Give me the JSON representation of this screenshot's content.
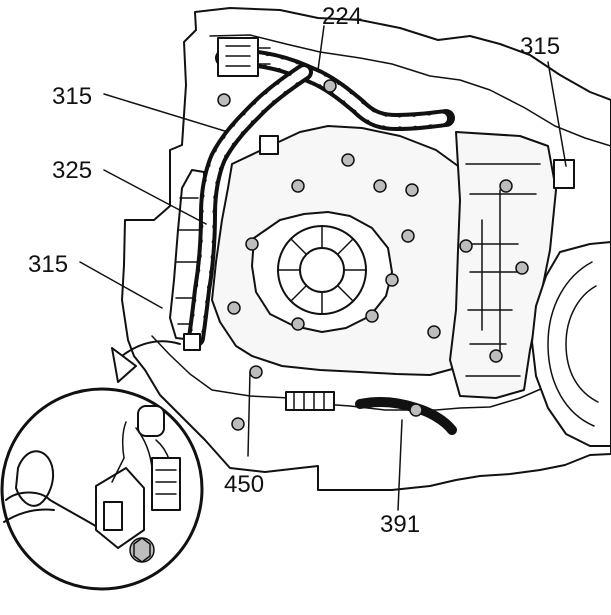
{
  "callouts": {
    "label_224_top": "224",
    "label_315_left_upper": "315",
    "label_325": "325",
    "label_315_left_lower": "315",
    "label_315_right": "315",
    "label_450": "450",
    "label_391": "391"
  },
  "colors": {
    "ink": "#111111",
    "background": "#ffffff"
  }
}
